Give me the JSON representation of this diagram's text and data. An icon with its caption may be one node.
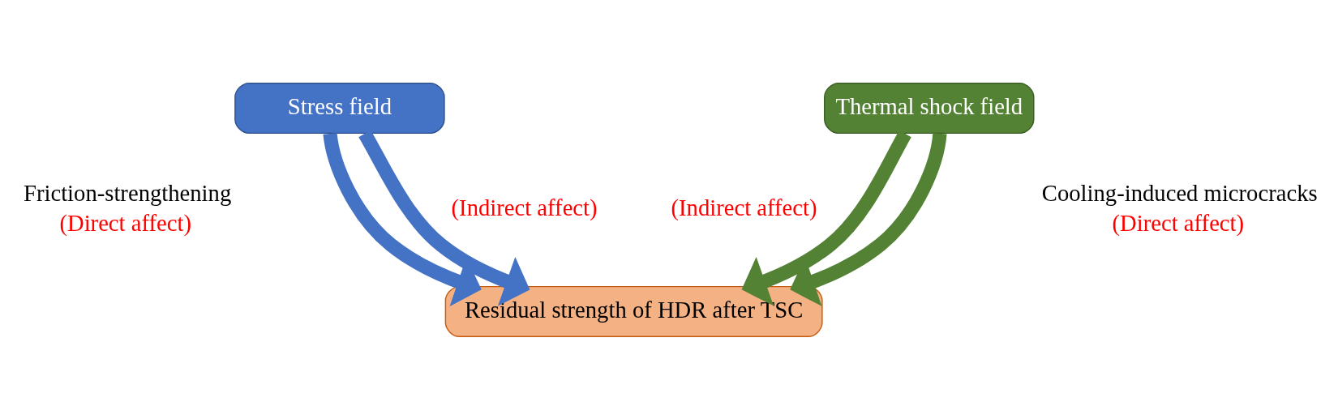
{
  "diagram": {
    "nodes": [
      {
        "text": [
          "Stress field"
        ]
      },
      {
        "text": [
          "Thermal shock field"
        ]
      },
      {
        "text": [
          "Residual strength of HDR after TSC"
        ]
      }
    ],
    "edges": [
      {
        "from": 0,
        "to": 2,
        "arrow": "to",
        "color": "#4472c4"
      },
      {
        "from": 0,
        "to": 2,
        "arrow": "to",
        "color": "#4472c4"
      },
      {
        "from": 1,
        "to": 2,
        "arrow": "to",
        "color": "#548235"
      },
      {
        "from": 1,
        "to": 2,
        "arrow": "to",
        "color": "#548235"
      }
    ],
    "labels": [
      "Friction-strengthening",
      "(Direct affect)",
      "(Indirect affect)",
      "(Indirect affect)",
      "Cooling-induced microcracks",
      "(Direct affect)"
    ]
  }
}
